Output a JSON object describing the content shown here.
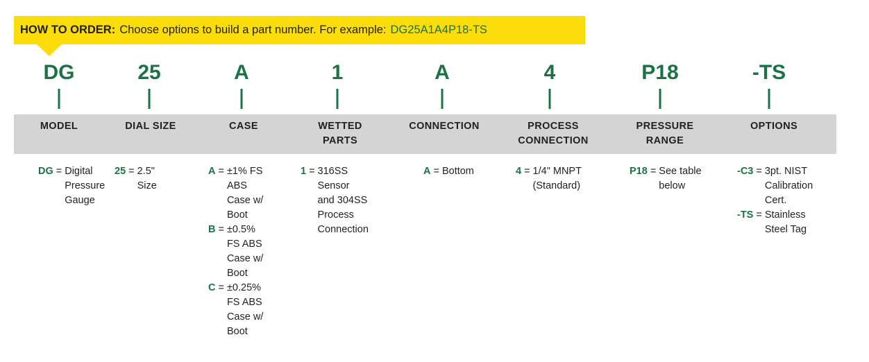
{
  "banner": {
    "label": "HOW TO ORDER:",
    "text": "Choose options to build a part number. For example:",
    "example_part_number": "DG25A1A4P18-TS"
  },
  "separator": "=",
  "colors": {
    "accent_green": "#1b7345",
    "banner_yellow": "#fbdd0b",
    "header_band_gray": "#d4d4d4"
  },
  "columns": [
    {
      "display_code": "DG",
      "header": "MODEL",
      "entries": [
        {
          "code": "DG",
          "desc": "Digital\nPressure\nGauge"
        }
      ]
    },
    {
      "display_code": "25",
      "header": "DIAL SIZE",
      "entries": [
        {
          "code": "25",
          "desc": "2.5\"\nSize"
        }
      ]
    },
    {
      "display_code": "A",
      "header": "CASE",
      "entries": [
        {
          "code": "A",
          "desc": "±1% FS\nABS\nCase w/\nBoot"
        },
        {
          "code": "B",
          "desc": "±0.5%\nFS ABS\nCase w/\nBoot"
        },
        {
          "code": "C",
          "desc": "±0.25%\nFS ABS\nCase w/\nBoot"
        }
      ]
    },
    {
      "display_code": "1",
      "header": "WETTED\nPARTS",
      "entries": [
        {
          "code": "1",
          "desc": "316SS\nSensor\nand 304SS\nProcess\nConnection"
        }
      ]
    },
    {
      "display_code": "A",
      "header": "CONNECTION",
      "entries": [
        {
          "code": "A",
          "desc": "Bottom"
        }
      ]
    },
    {
      "display_code": "4",
      "header": "PROCESS\nCONNECTION",
      "entries": [
        {
          "code": "4",
          "desc": "1/4\" MNPT\n(Standard)"
        }
      ]
    },
    {
      "display_code": "P18",
      "header": "PRESSURE\nRANGE",
      "entries": [
        {
          "code": "P18",
          "desc": "See table\nbelow"
        }
      ]
    },
    {
      "display_code": "-TS",
      "header": "OPTIONS",
      "entries": [
        {
          "code": "-C3",
          "desc": "3pt. NIST\nCalibration\nCert."
        },
        {
          "code": "-TS",
          "desc": "Stainless\nSteel Tag"
        }
      ]
    }
  ]
}
